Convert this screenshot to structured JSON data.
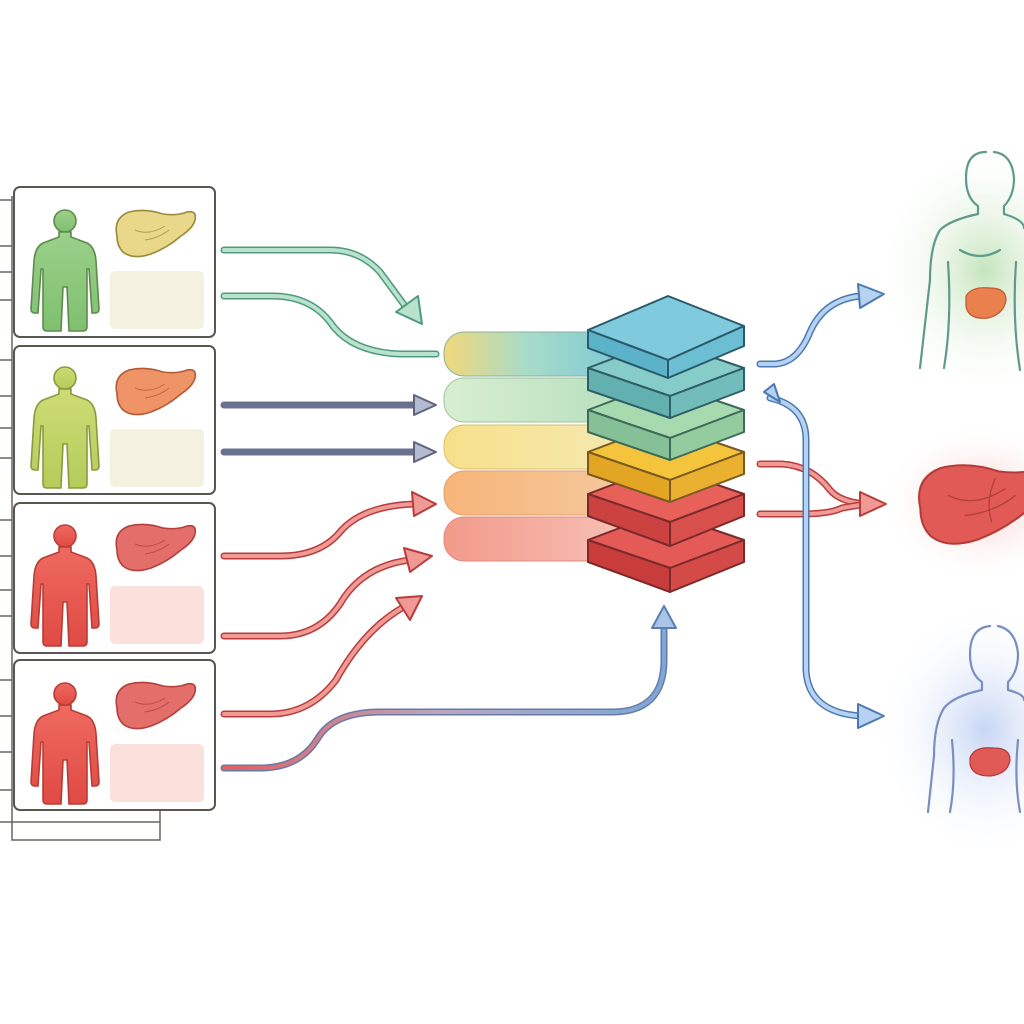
{
  "diagram": {
    "title": "",
    "colors": {
      "panel_border": "#5a5650",
      "green": "#8cc87a",
      "yellow_green": "#c4d66a",
      "red": "#e8564e",
      "liver_yellow": "#e6d27a",
      "liver_orange": "#e98a5a",
      "liver_red": "#e06a66",
      "arrow_green": "#7fc4a4",
      "arrow_red": "#e05a5a",
      "arrow_blue": "#7aa8d8",
      "arrow_gray": "#8a92b0",
      "layer_teal": "#7cc8d8",
      "layer_cyan": "#86cdc6",
      "layer_mint": "#a6d9b0",
      "layer_yellow": "#f2c640",
      "layer_red": "#e25a55",
      "layer_deep_red": "#de4a48",
      "outcome_green_glow": "#c8e6c0",
      "outcome_red_glow": "#f6c8c6",
      "outcome_blue_glow": "#c8d8f4"
    },
    "input_panels": [
      {
        "body_color": "green",
        "liver_color": "liver_yellow",
        "note_color": "#f5f1e0"
      },
      {
        "body_color": "yellow_green",
        "liver_color": "liver_orange",
        "note_color": "#f5f1e0"
      },
      {
        "body_color": "red",
        "liver_color": "liver_red",
        "note_color": "#fbe1dc"
      },
      {
        "body_color": "red",
        "liver_color": "liver_red",
        "note_color": "#fbe1dc"
      }
    ],
    "model_layers": [
      "layer_teal",
      "layer_cyan",
      "layer_mint",
      "layer_yellow",
      "layer_red",
      "layer_deep_red"
    ],
    "outcomes": [
      {
        "kind": "body-with-organ",
        "glow": "outcome_green_glow",
        "outline": "#5f9a8a",
        "organ": "liver_orange"
      },
      {
        "kind": "liver",
        "glow": "outcome_red_glow",
        "outline": "#c84848",
        "organ": "liver_red"
      },
      {
        "kind": "body-with-organ",
        "glow": "outcome_blue_glow",
        "outline": "#7a8ec0",
        "organ": "liver_red"
      }
    ]
  }
}
